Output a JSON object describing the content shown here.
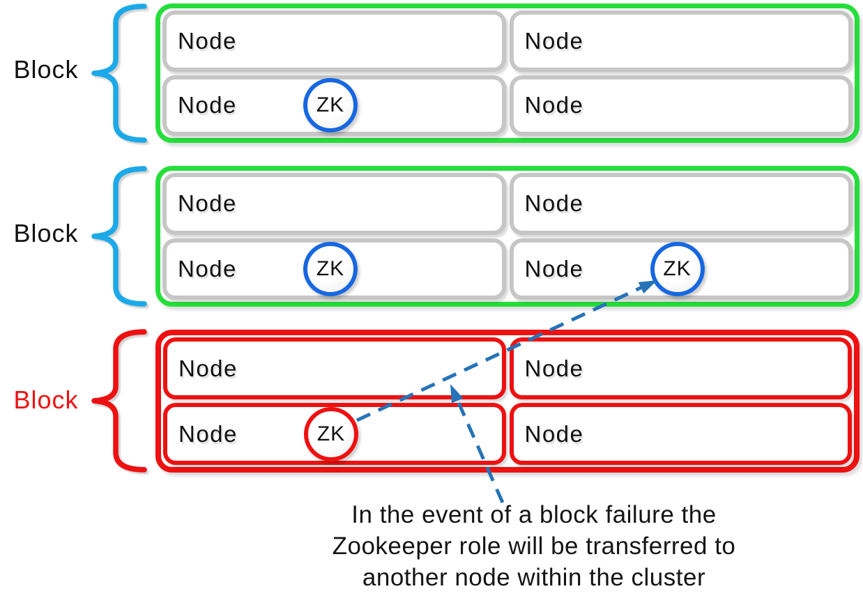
{
  "diagram": {
    "blocks": [
      {
        "label": "Block",
        "status": "healthy",
        "nodes": [
          {
            "label": "Node",
            "zk": null
          },
          {
            "label": "Node",
            "zk": null
          },
          {
            "label": "Node",
            "zk": "ZK"
          },
          {
            "label": "Node",
            "zk": null
          }
        ]
      },
      {
        "label": "Block",
        "status": "healthy",
        "nodes": [
          {
            "label": "Node",
            "zk": null
          },
          {
            "label": "Node",
            "zk": null
          },
          {
            "label": "Node",
            "zk": "ZK"
          },
          {
            "label": "Node",
            "zk": "ZK"
          }
        ]
      },
      {
        "label": "Block",
        "status": "failed",
        "nodes": [
          {
            "label": "Node",
            "zk": null
          },
          {
            "label": "Node",
            "zk": null
          },
          {
            "label": "Node",
            "zk": "ZK"
          },
          {
            "label": "Node",
            "zk": null
          }
        ]
      }
    ],
    "caption": {
      "lines": [
        "In the event of a block failure the",
        "Zookeeper role will be transferred to",
        "another node within the cluster"
      ]
    },
    "colors": {
      "healthy_block_border": "#26de3b",
      "failed_block": "#ee1111",
      "brace_healthy": "#1ca9e8",
      "node_border_gray": "#c6c6c6",
      "zk_circle_blue": "#1767e0",
      "failover_arrow_blue": "#2673b8",
      "text_black": "#111111"
    }
  }
}
